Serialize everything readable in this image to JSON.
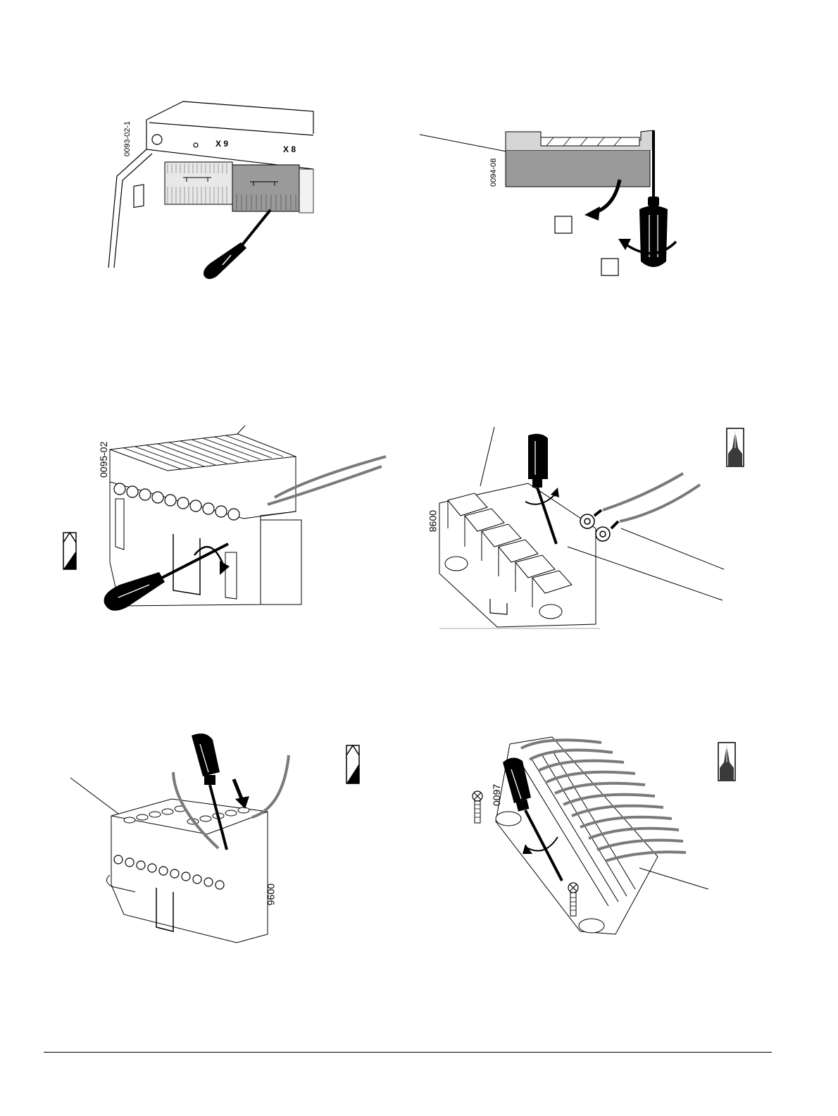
{
  "figures": [
    {
      "id": "0093-02-1",
      "labels": [
        "X 9",
        "X 8"
      ]
    },
    {
      "id": "0094-08"
    },
    {
      "id": "0095-02"
    },
    {
      "id": "0098"
    },
    {
      "id": "0096"
    },
    {
      "id": "0097"
    }
  ],
  "icons": {
    "flat_screwdriver": "flat-screwdriver-tip-icon",
    "phillips_screwdriver": "phillips-screwdriver-tip-icon",
    "screw": "screw-icon"
  },
  "colors": {
    "ink": "#000000",
    "shade_dark": "#8a8a8a",
    "shade_light": "#d0d0d0",
    "wire": "#7a7a7a"
  }
}
